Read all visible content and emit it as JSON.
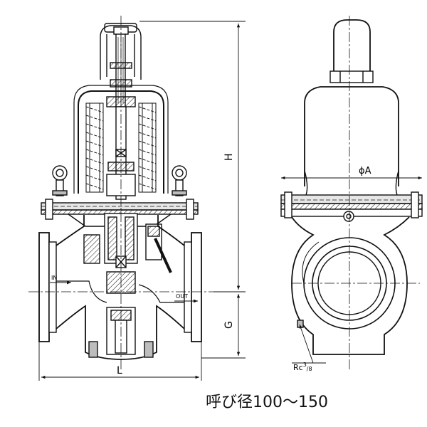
{
  "labels": {
    "height": "H",
    "flange_to_center": "G",
    "face_to_face": "L",
    "diameter": "ϕA",
    "inlet": "IN",
    "outlet": "OUT",
    "port_base": "Rc",
    "port_sup": "3",
    "port_sub": "/8"
  },
  "caption": "呼び径100～150",
  "colors": {
    "line": "#111111",
    "gray_fill": "#bdbdbd",
    "light_fill": "#e6e6e6"
  }
}
